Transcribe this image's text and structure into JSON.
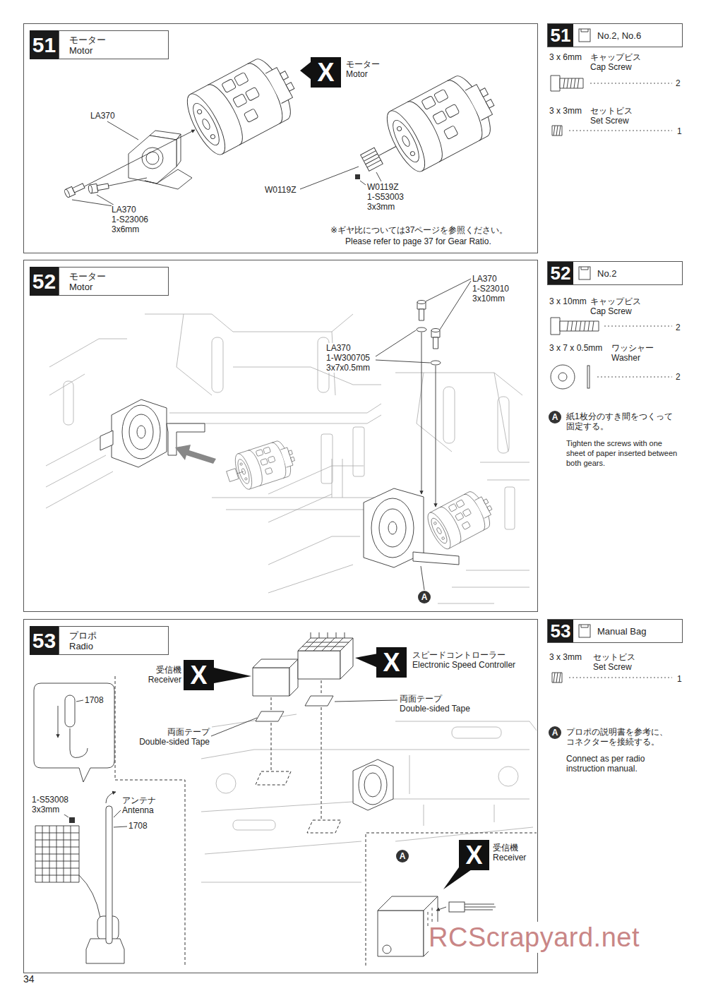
{
  "diagram": {
    "nodes": [
      {
        "text": [
          "51",
          "モーター Motor"
        ]
      },
      {
        "text": [
          "51",
          "No.2, No.6"
        ]
      },
      {
        "text": [
          "52",
          "モーター Motor"
        ]
      },
      {
        "text": [
          "52",
          "No.2"
        ]
      },
      {
        "text": [
          "53",
          "プロポ Radio"
        ]
      },
      {
        "text": [
          "53",
          "Manual Bag"
        ]
      }
    ],
    "labels": [
      "X",
      "モーター Motor",
      "LA370",
      "LA370 1-S23006 3x6mm",
      "W0119Z",
      "W0119Z 1-S53003 3x3mm",
      "※ギヤ比については37ページを参照ください。",
      "Please refer to page 37 for Gear Ratio.",
      "3 x 6mm",
      "キャップビス Cap Screw",
      "2",
      "3 x 3mm",
      "セットビス Set Screw",
      "1",
      "LA370 1-S23010 3x10mm",
      "LA370 1-W300705 3x7x0.5mm",
      "A",
      "3 x 10mm",
      "キャップビス Cap Screw",
      "2",
      "3 x 7 x 0.5mm",
      "ワッシャー Washer",
      "2",
      "A",
      "紙1枚分のすき間をつくって固定する。",
      "Tighten the screws with one sheet of paper inserted between both gears.",
      "受信機 Receiver",
      "X",
      "X",
      "スピードコントローラー Electronic Speed Controller",
      "両面テープ Double-sided Tape",
      "両面テープ Double-sided Tape",
      "1708",
      "1-S53008 3x3mm",
      "アンテナ Antenna",
      "1708",
      "A",
      "X",
      "受信機 Receiver",
      "3 x 3mm",
      "セットビス Set Screw",
      "1",
      "A",
      "プロポの説明書を参考に、コネクターを接続する。",
      "Connect as per radio instruction manual.",
      "34",
      "RCScrapyard.net"
    ]
  }
}
